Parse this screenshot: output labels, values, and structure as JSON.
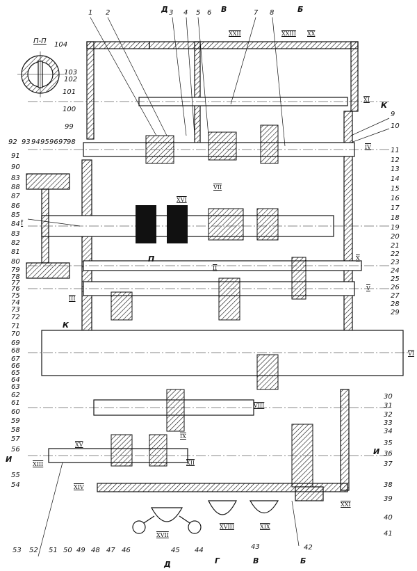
{
  "figure": {
    "type": "technical-drawing",
    "subject": "gearbox cross-section assembly",
    "inset_section": {
      "label": "П-П",
      "callout": "104"
    }
  },
  "part_callouts": {
    "top": [
      "1",
      "2",
      "3",
      "4",
      "5",
      "6",
      "7",
      "8"
    ],
    "right": [
      "9",
      "10",
      "11",
      "12",
      "13",
      "14",
      "15",
      "16",
      "17",
      "18",
      "19",
      "20",
      "21",
      "22",
      "23",
      "24",
      "25",
      "26",
      "27",
      "28",
      "29",
      "30",
      "31",
      "32",
      "33",
      "34",
      "35",
      "36",
      "37",
      "38",
      "39",
      "40",
      "41"
    ],
    "bottom": [
      "42",
      "43",
      "44",
      "45",
      "46",
      "47",
      "48",
      "49",
      "50",
      "51",
      "52",
      "53"
    ],
    "left": [
      "54",
      "55",
      "56",
      "57",
      "58",
      "59",
      "60",
      "61",
      "62",
      "63",
      "64",
      "65",
      "66",
      "67",
      "68",
      "69",
      "70",
      "71",
      "72",
      "73",
      "74",
      "75",
      "76",
      "77",
      "78",
      "79",
      "80",
      "81",
      "82",
      "83",
      "84",
      "85",
      "86",
      "87",
      "88",
      "83",
      "90",
      "91",
      "92",
      "93",
      "94",
      "95",
      "96",
      "97",
      "98",
      "99",
      "100",
      "101",
      "102",
      "103"
    ]
  },
  "shaft_labels": [
    "I",
    "II",
    "III",
    "IV",
    "V",
    "VI",
    "VII",
    "VIII",
    "IX",
    "X",
    "XI",
    "XII",
    "XIII",
    "XIV",
    "XV",
    "XVI",
    "XVII",
    "XVIII",
    "XIX",
    "XX",
    "XXI",
    "XXII",
    "XXIII"
  ],
  "section_marks": {
    "top": [
      "Д",
      "В",
      "Б"
    ],
    "bottom": [
      "Д",
      "Г",
      "В",
      "Б"
    ],
    "side": [
      "К",
      "К",
      "И",
      "И",
      "П"
    ]
  }
}
